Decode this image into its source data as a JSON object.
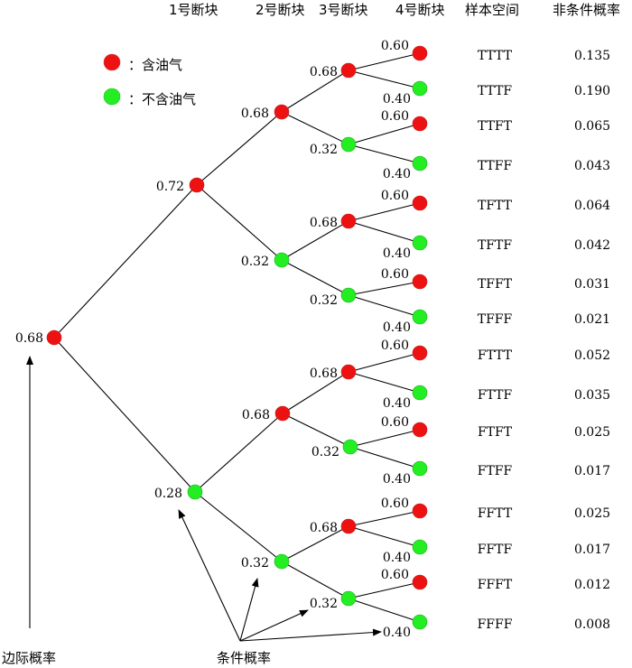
{
  "headers": {
    "block1": "1号断块",
    "block2": "2号断块",
    "block3": "3号断块",
    "block4": "4号断块",
    "sample_space": "样本空间",
    "unconditional_prob": "非条件概率"
  },
  "legend": {
    "oil_label": "：含油气",
    "no_oil_label": "：不含油气",
    "oil_color": "#ee1111",
    "no_oil_color": "#22ee22"
  },
  "axis_labels": {
    "marginal": "边际概率",
    "conditional": "条件概率"
  },
  "tree": {
    "root": "0.68",
    "level1": [
      "0.72",
      "0.28"
    ],
    "level2": [
      "0.68",
      "0.32",
      "0.68",
      "0.32"
    ],
    "level3": [
      "0.68",
      "0.32",
      "0.68",
      "0.32",
      "0.68",
      "0.32",
      "0.68",
      "0.32"
    ],
    "level4": [
      "0.60",
      "0.40",
      "0.60",
      "0.40",
      "0.60",
      "0.40",
      "0.60",
      "0.40",
      "0.60",
      "0.40",
      "0.60",
      "0.40",
      "0.60",
      "0.40",
      "0.60",
      "0.40"
    ]
  },
  "table": {
    "sample_space": [
      "TTTT",
      "TTTF",
      "TTFT",
      "TTFF",
      "TFTT",
      "TFTF",
      "TFFT",
      "TFFF",
      "FTTT",
      "FTTF",
      "FTFT",
      "FTFF",
      "FFTT",
      "FFTF",
      "FFFT",
      "FFFF"
    ],
    "unconditional": [
      "0.135",
      "0.190",
      "0.065",
      "0.043",
      "0.064",
      "0.042",
      "0.031",
      "0.021",
      "0.052",
      "0.035",
      "0.025",
      "0.017",
      "0.025",
      "0.017",
      "0.012",
      "0.008"
    ]
  }
}
